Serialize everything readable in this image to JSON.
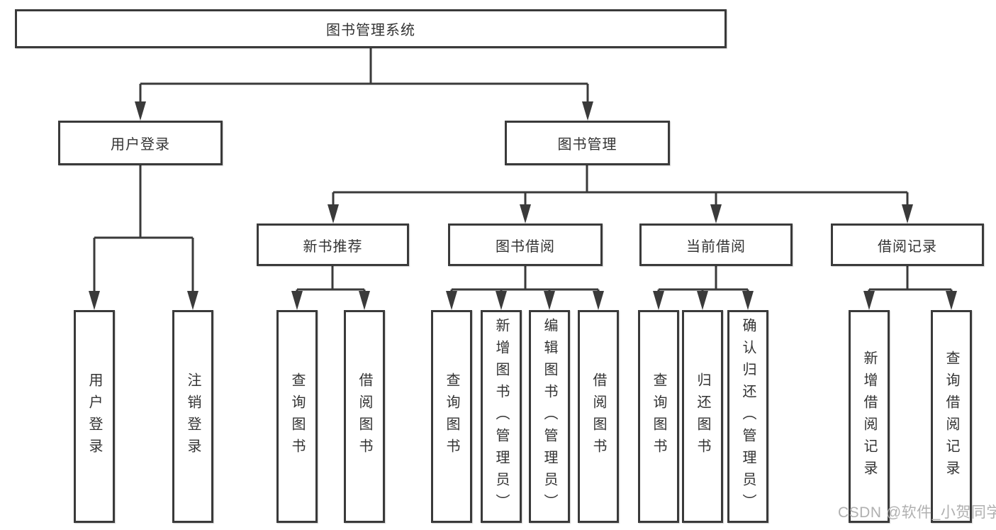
{
  "diagram": {
    "root": {
      "label": "图书管理系统"
    },
    "level2": [
      {
        "id": "user-login-branch",
        "label": "用户登录"
      },
      {
        "id": "book-management",
        "label": "图书管理"
      }
    ],
    "level3": [
      {
        "id": "new-book-recommend",
        "parent": "图书管理",
        "label": "新书推荐"
      },
      {
        "id": "book-borrow",
        "parent": "图书管理",
        "label": "图书借阅"
      },
      {
        "id": "current-borrow",
        "parent": "图书管理",
        "label": "当前借阅"
      },
      {
        "id": "borrow-records",
        "parent": "图书管理",
        "label": "借阅记录"
      }
    ],
    "level4": [
      {
        "group": "用户登录",
        "label": "用户登录"
      },
      {
        "group": "用户登录",
        "label": "注销登录"
      },
      {
        "group": "新书推荐",
        "label": "查询图书"
      },
      {
        "group": "新书推荐",
        "label": "借阅图书"
      },
      {
        "group": "图书借阅",
        "label": "查询图书"
      },
      {
        "group": "图书借阅",
        "label": "新增图书（管理员）"
      },
      {
        "group": "图书借阅",
        "label": "编辑图书（管理员）"
      },
      {
        "group": "图书借阅",
        "label": "借阅图书"
      },
      {
        "group": "当前借阅",
        "label": "查询图书"
      },
      {
        "group": "当前借阅",
        "label": "归还图书"
      },
      {
        "group": "当前借阅",
        "label": "确认归还（管理员）"
      },
      {
        "group": "借阅记录",
        "label": "新增借阅记录"
      },
      {
        "group": "借阅记录",
        "label": "查询借阅记录"
      }
    ],
    "watermark": "CSDN @软件_小贺同学",
    "colors": {
      "line": "#3a3a3a",
      "box_border": "#3a3a3a",
      "box_fill": "#ffffff",
      "text": "#333333",
      "watermark_text": "#b0b0b0"
    }
  }
}
